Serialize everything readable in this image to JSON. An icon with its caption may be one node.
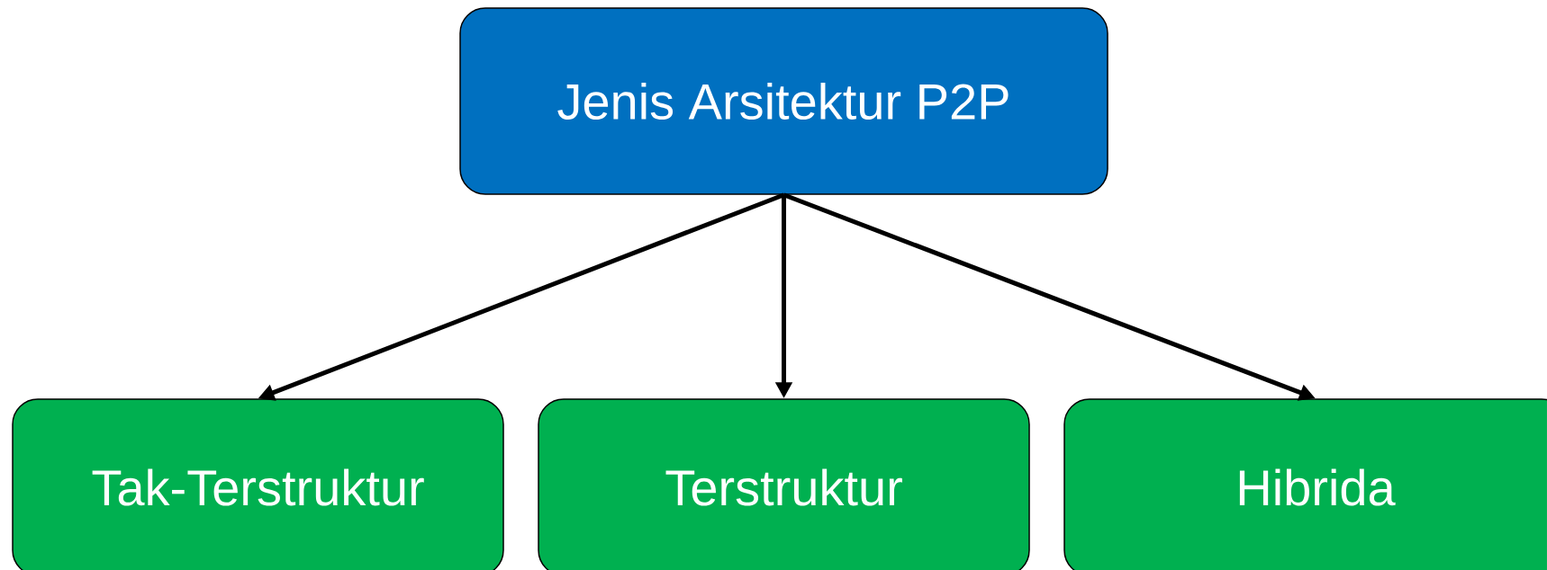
{
  "diagram": {
    "nodes": [
      {
        "text": [
          "Jenis Arsitektur P2P"
        ]
      },
      {
        "text": [
          "Tak-Terstruktur"
        ]
      },
      {
        "text": [
          "Terstruktur"
        ]
      },
      {
        "text": [
          "Hibrida"
        ]
      }
    ],
    "edges": [
      {
        "from": 0,
        "to": 1,
        "arrow": "to"
      },
      {
        "from": 0,
        "to": 2,
        "arrow": "to"
      },
      {
        "from": 0,
        "to": 3,
        "arrow": "to"
      }
    ]
  }
}
